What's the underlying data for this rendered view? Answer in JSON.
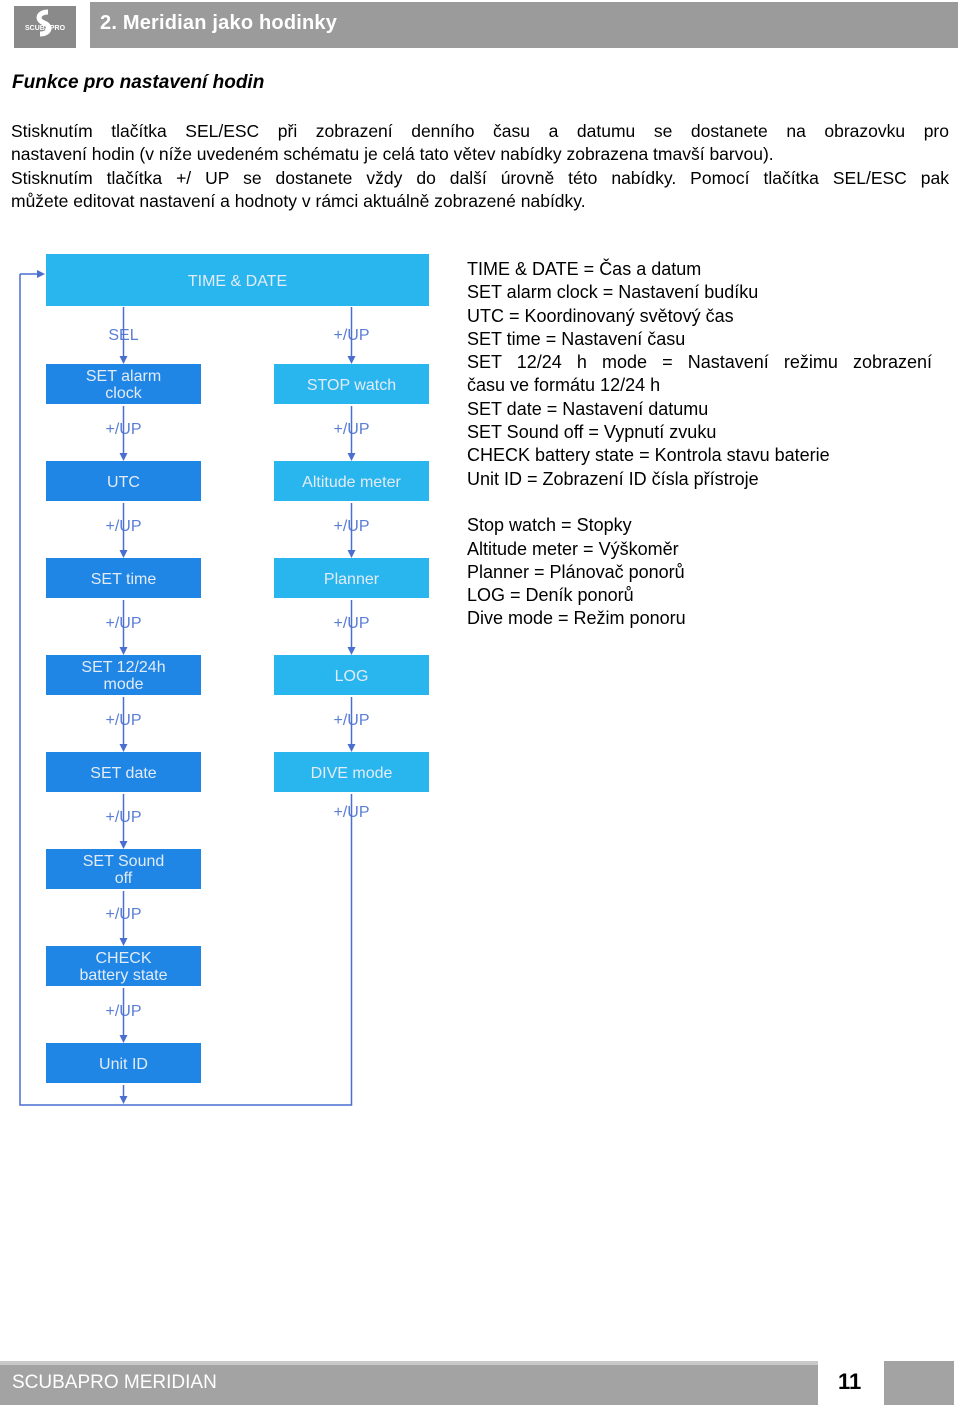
{
  "header": {
    "logo_text": "SCUBAPRO",
    "title": "2. Meridian jako hodinky"
  },
  "section_title": "Funkce pro nastavení hodin",
  "intro_lines": [
    "Stisknutím tlačítka SEL/ESC při zobrazení denního času a datumu se dostanete na obrazovku pro",
    "nastavení hodin (v níže uvedeném schématu je celá tato větev nabídky zobrazena tmavší barvou).",
    "Stisknutím tlačítka +/ UP se dostanete vždy do další úrovně této nabídky. Pomocí tlačítka SEL/ESC pak",
    "můžete editovat nastavení a hodnoty v rámci aktuálně zobrazené nabídky."
  ],
  "diagram": {
    "colors": {
      "light": "#29b6ef",
      "dark": "#1f86e6",
      "arrow": "#4a6fd0",
      "text": "#e3ebf5",
      "label": "#5a7dd6"
    },
    "top_box": "TIME  & DATE",
    "sel_label": "SEL",
    "up_label": "+/UP",
    "left_column": [
      [
        "SET alarm",
        "clock"
      ],
      [
        "UTC"
      ],
      [
        "SET time"
      ],
      [
        "SET 12/24h",
        "mode"
      ],
      [
        "SET date"
      ],
      [
        "SET Sound",
        "off"
      ],
      [
        "CHECK",
        "battery state"
      ],
      [
        "Unit ID"
      ]
    ],
    "right_column": [
      [
        "STOP watch"
      ],
      [
        "Altitude meter"
      ],
      [
        "Planner"
      ],
      [
        "LOG"
      ],
      [
        "DIVE mode"
      ]
    ]
  },
  "legend": {
    "lines1": [
      "TIME & DATE = Čas a datum",
      "SET alarm clock = Nastavení budíku",
      "UTC = Koordinovaný světový čas",
      "SET time = Nastavení času",
      "SET 12/24 h mode = Nastavení režimu zobrazení",
      "času ve formátu 12/24 h",
      "SET date = Nastavení datumu",
      "SET Sound off = Vypnutí zvuku",
      "CHECK battery state = Kontrola stavu baterie",
      "Unit ID = Zobrazení ID čísla přístroje"
    ],
    "lines2": [
      "Stop watch = Stopky",
      "Altitude meter = Výškoměr",
      "Planner = Plánovač ponorů",
      "LOG = Deník ponorů",
      "Dive mode = Režim ponoru"
    ]
  },
  "footer": {
    "title": "SCUBAPRO MERIDIAN",
    "page_number": "11"
  }
}
